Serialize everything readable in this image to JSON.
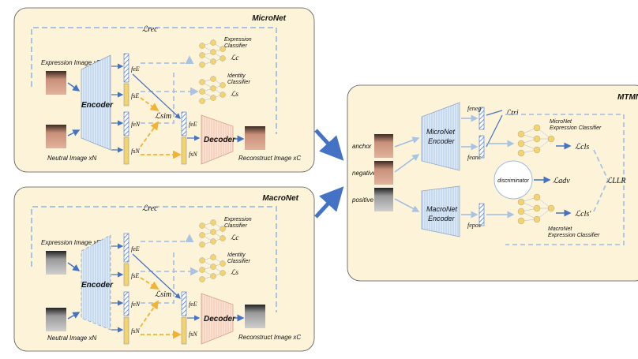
{
  "micro_panel": {
    "title": "MicroNet",
    "loss_rec": "ℒrec",
    "expression_image_label": "Expression Image xE",
    "neutral_image_label": "Neutral Image xN",
    "encoder_label": "Encoder",
    "decoder_label": "Decoder",
    "loss_sim": "ℒsim",
    "reconstruct_label": "Reconstruct Image xC",
    "expr_classifier_line1": "Expression",
    "expr_classifier_line2": "Classifier",
    "expr_loss": "ℒc",
    "id_classifier_line1": "Identity",
    "id_classifier_line2": "Classifier",
    "id_loss": "ℒs",
    "f_e_E": "feE",
    "f_s_E": "fsE",
    "f_e_N": "feN",
    "f_s_N": "fsN",
    "dec_f_e_E": "feE",
    "dec_f_s_N": "fsN"
  },
  "macro_panel": {
    "title": "MacroNet",
    "loss_rec": "ℒrec",
    "expression_image_label": "Expression Image xE",
    "neutral_image_label": "Neutral Image xN",
    "encoder_label": "Encoder",
    "decoder_label": "Decoder",
    "loss_sim": "ℒsim",
    "reconstruct_label": "Reconstruct Image xC",
    "expr_classifier_line1": "Expression",
    "expr_classifier_line2": "Classifier",
    "expr_loss": "ℒc",
    "id_classifier_line1": "Identity",
    "id_classifier_line2": "Classifier",
    "id_loss": "ℒs",
    "f_e_E": "feE",
    "f_s_E": "fsE",
    "f_e_N": "feN",
    "f_s_N": "fsN",
    "dec_f_e_E": "feE",
    "dec_f_s_N": "fsN"
  },
  "mtmn_panel": {
    "title": "MTMN",
    "anchor": "anchor",
    "negative": "negative",
    "positive": "positive",
    "micro_encoder_line1": "MicroNet",
    "micro_encoder_line2": "Encoder",
    "macro_encoder_line1": "MacroNet",
    "macro_encoder_line2": "Encoder",
    "f_neg": "feneg",
    "f_anc": "feanc",
    "f_pos": "fepos",
    "loss_tri": "ℒtri",
    "loss_cls": "ℒcls",
    "loss_cls_prime": "ℒcls'",
    "loss_adv": "ℒadv",
    "loss_llr": "ℒLLR",
    "discriminator": "discriminator",
    "micro_classifier_line1": "MicroNet",
    "micro_classifier_line2": "Expression Classifier",
    "macro_classifier_line1": "MacroNet",
    "macro_classifier_line2": "Expression Classifier"
  },
  "colors": {
    "panel_fill": "#fcf3d9",
    "blue_arrow": "#4472c4",
    "dashed_blue": "#a9c3e3",
    "dashed_yellow": "#f2b233",
    "node_yellow": "#f3d36b",
    "encoder_fill": "#deebf7",
    "decoder_fill": "#fbe3d6"
  }
}
